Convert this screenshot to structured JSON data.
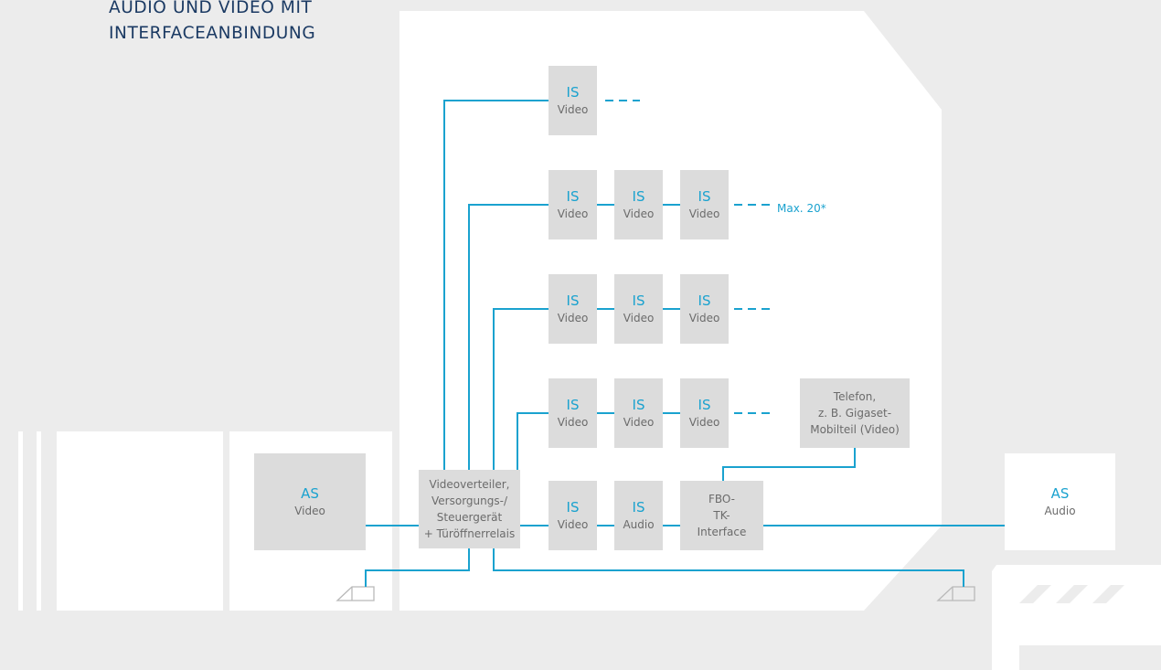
{
  "title": {
    "line1": "AUDIO UND VIDEO MIT",
    "line2": "INTERFACEANBINDUNG"
  },
  "colors": {
    "line": "#1aa2cf",
    "box": "#dcdcdc",
    "background": "#ececec",
    "title": "#1b3a63"
  },
  "boxes": {
    "is_row1": {
      "label": "IS",
      "sub": "Video"
    },
    "is_row2_1": {
      "label": "IS",
      "sub": "Video"
    },
    "is_row2_2": {
      "label": "IS",
      "sub": "Video"
    },
    "is_row2_3": {
      "label": "IS",
      "sub": "Video"
    },
    "is_row3_1": {
      "label": "IS",
      "sub": "Video"
    },
    "is_row3_2": {
      "label": "IS",
      "sub": "Video"
    },
    "is_row3_3": {
      "label": "IS",
      "sub": "Video"
    },
    "is_row4_1": {
      "label": "IS",
      "sub": "Video"
    },
    "is_row4_2": {
      "label": "IS",
      "sub": "Video"
    },
    "is_row4_3": {
      "label": "IS",
      "sub": "Video"
    },
    "is_row5_video": {
      "label": "IS",
      "sub": "Video"
    },
    "is_row5_audio": {
      "label": "IS",
      "sub": "Audio"
    },
    "as_video": {
      "label": "AS",
      "sub": "Video"
    },
    "as_audio": {
      "label": "AS",
      "sub": "Audio"
    },
    "controller": {
      "lines": [
        "Videoverteiler,",
        "Versorgungs-/",
        "Steuergerät",
        "+ Türöffnerrelais"
      ]
    },
    "interface": {
      "lines": [
        "FBO-",
        "TK-",
        "Interface"
      ]
    },
    "telefon": {
      "lines": [
        "Telefon,",
        "z. B. Gigaset-",
        "Mobilteil (Video)"
      ]
    }
  },
  "max_label": "Max. 20*"
}
